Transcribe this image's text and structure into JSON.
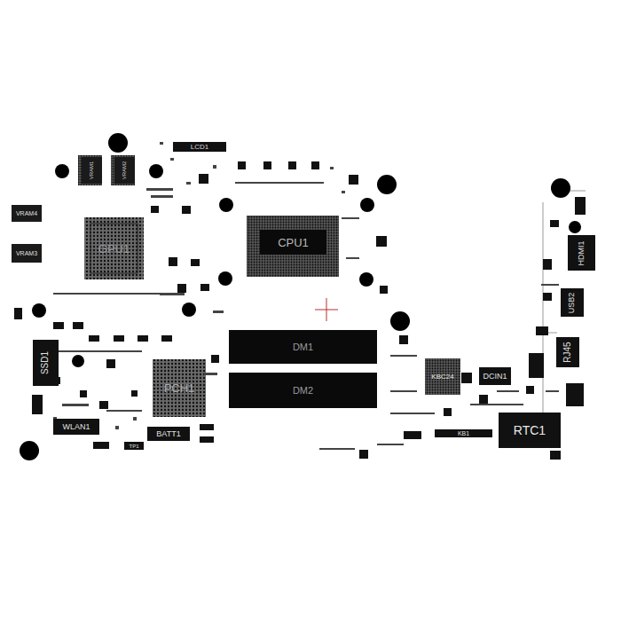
{
  "diagram": {
    "nodes": [
      {
        "text": [
          "LCD1"
        ]
      },
      {
        "text": [
          "VRAM1"
        ]
      },
      {
        "text": [
          "VRAM2"
        ]
      },
      {
        "text": [
          "VRAM4"
        ]
      },
      {
        "text": [
          "VRAM3"
        ]
      },
      {
        "text": [
          "GPU1"
        ]
      },
      {
        "text": [
          "CPU1"
        ]
      },
      {
        "text": [
          "HDMI1"
        ]
      },
      {
        "text": [
          "USB2"
        ]
      },
      {
        "text": [
          "RJ45"
        ]
      },
      {
        "text": [
          "DM1"
        ]
      },
      {
        "text": [
          "SSD1"
        ]
      },
      {
        "text": [
          "PCH1"
        ]
      },
      {
        "text": [
          "KBC24"
        ]
      },
      {
        "text": [
          "DCIN1"
        ]
      },
      {
        "text": [
          "DM2"
        ]
      },
      {
        "text": [
          "WLAN1"
        ]
      },
      {
        "text": [
          "BATT1"
        ]
      },
      {
        "text": [
          "KB1"
        ]
      },
      {
        "text": [
          "RTC1"
        ]
      },
      {
        "text": [
          "TP1"
        ]
      }
    ]
  }
}
